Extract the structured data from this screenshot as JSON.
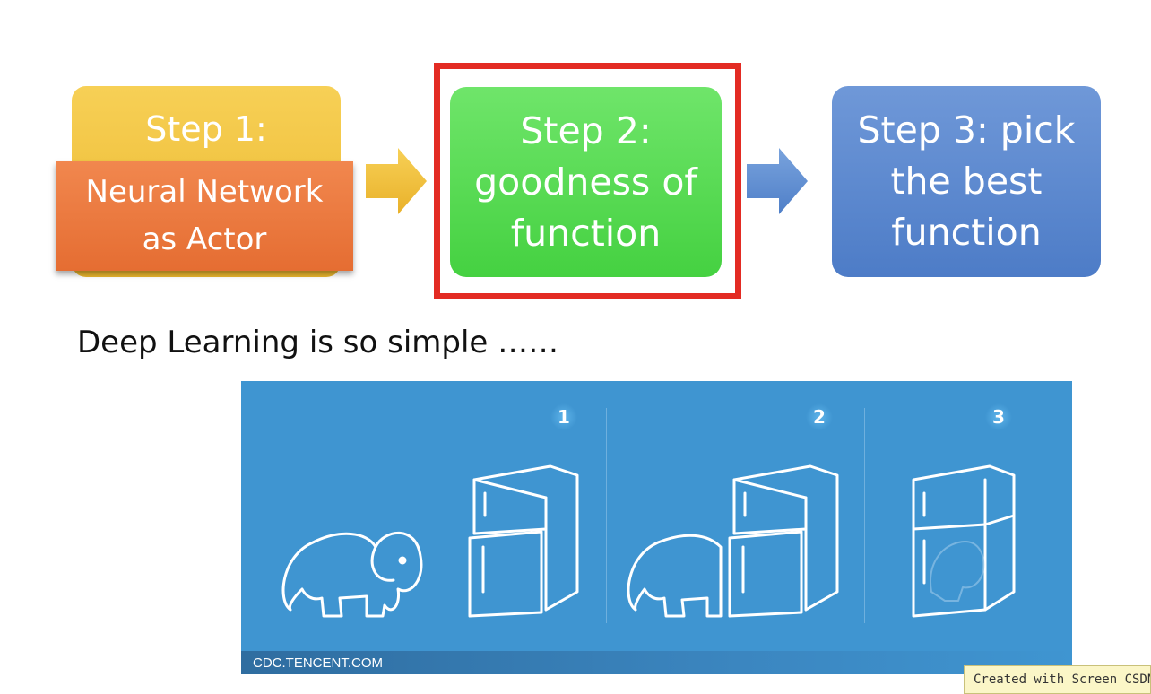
{
  "steps": {
    "step1": {
      "title": "Step 1:",
      "subtitle_line1": "Neural Network",
      "subtitle_line2": "as Actor"
    },
    "step2": {
      "line1": "Step 2:",
      "line2": "goodness of",
      "line3": "function"
    },
    "step3": {
      "line1": "Step 3: pick",
      "line2": "the best",
      "line3": "function"
    }
  },
  "caption": "Deep Learning is so simple ……",
  "illustration": {
    "panel_numbers": [
      "1",
      "2",
      "3"
    ],
    "source": "CDC.TENCENT.COM"
  },
  "watermark": {
    "text": "Created with Screen CSDN @暖仔会飞"
  },
  "colors": {
    "step1": "#f2c43c",
    "actor": "#e9763a",
    "step2": "#5ad955",
    "step3": "#5b88cf",
    "highlight": "#e32b23",
    "illustration_bg": "#3f95d1"
  }
}
